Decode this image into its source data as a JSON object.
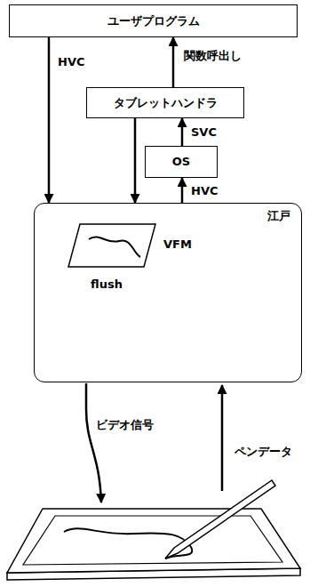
{
  "diagram": {
    "nodes": [
      {
        "text": [
          "ユーザプログラム"
        ]
      },
      {
        "text": [
          "タブレットハンドラ"
        ]
      },
      {
        "text": [
          "OS"
        ]
      },
      {
        "text": [
          "江戸"
        ]
      },
      {
        "text": [
          "VFM"
        ],
        "in": 3
      }
    ],
    "edges": [
      {
        "from": 0,
        "to": 3,
        "label": "HVC",
        "arrow": "to"
      },
      {
        "from": 1,
        "to": 3,
        "arrow": "to"
      },
      {
        "from": 1,
        "to": 0,
        "label": "関数呼出し",
        "arrow": "to"
      },
      {
        "from": 2,
        "to": 1,
        "label": "SVC",
        "arrow": "to"
      },
      {
        "from": 3,
        "to": 2,
        "label": "HVC",
        "arrow": "to"
      }
    ],
    "labels": [
      "flush",
      "ビデオ信号",
      "ペンデータ"
    ]
  }
}
